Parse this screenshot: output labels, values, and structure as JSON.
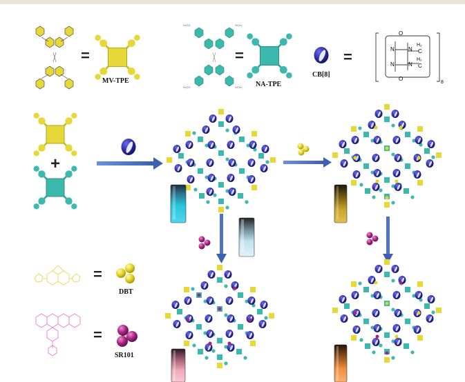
{
  "labels": {
    "mv_tpe": "MV-TPE",
    "na_tpe": "NA-TPE",
    "cb8": "CB[8]",
    "dbt": "DBT",
    "sr101": "SR101"
  },
  "symbols": {
    "equals": "=",
    "plus": "+"
  },
  "structure_text": {
    "o_top": "O",
    "o_bottom": "O",
    "n1": "N",
    "n2": "N",
    "n3": "N",
    "n4": "N",
    "h2a": "H₂",
    "c_a": "C",
    "h2b": "H₂",
    "c_b": "C",
    "subscript": "8"
  },
  "colors": {
    "mv_yellow": "#e7d83a",
    "na_teal": "#3cb8ac",
    "cb8_blue": "#2c2aa0",
    "arrow_blue": "#4f73c2",
    "dbt_yellow": "#ded42a",
    "sr101_purple": "#a3237f",
    "vial_cyan": "#27c6e0",
    "vial_pale": "#bfe2ec",
    "vial_amber": "#b89420",
    "vial_pink": "#f0a9b8",
    "vial_orange": "#f09040"
  }
}
